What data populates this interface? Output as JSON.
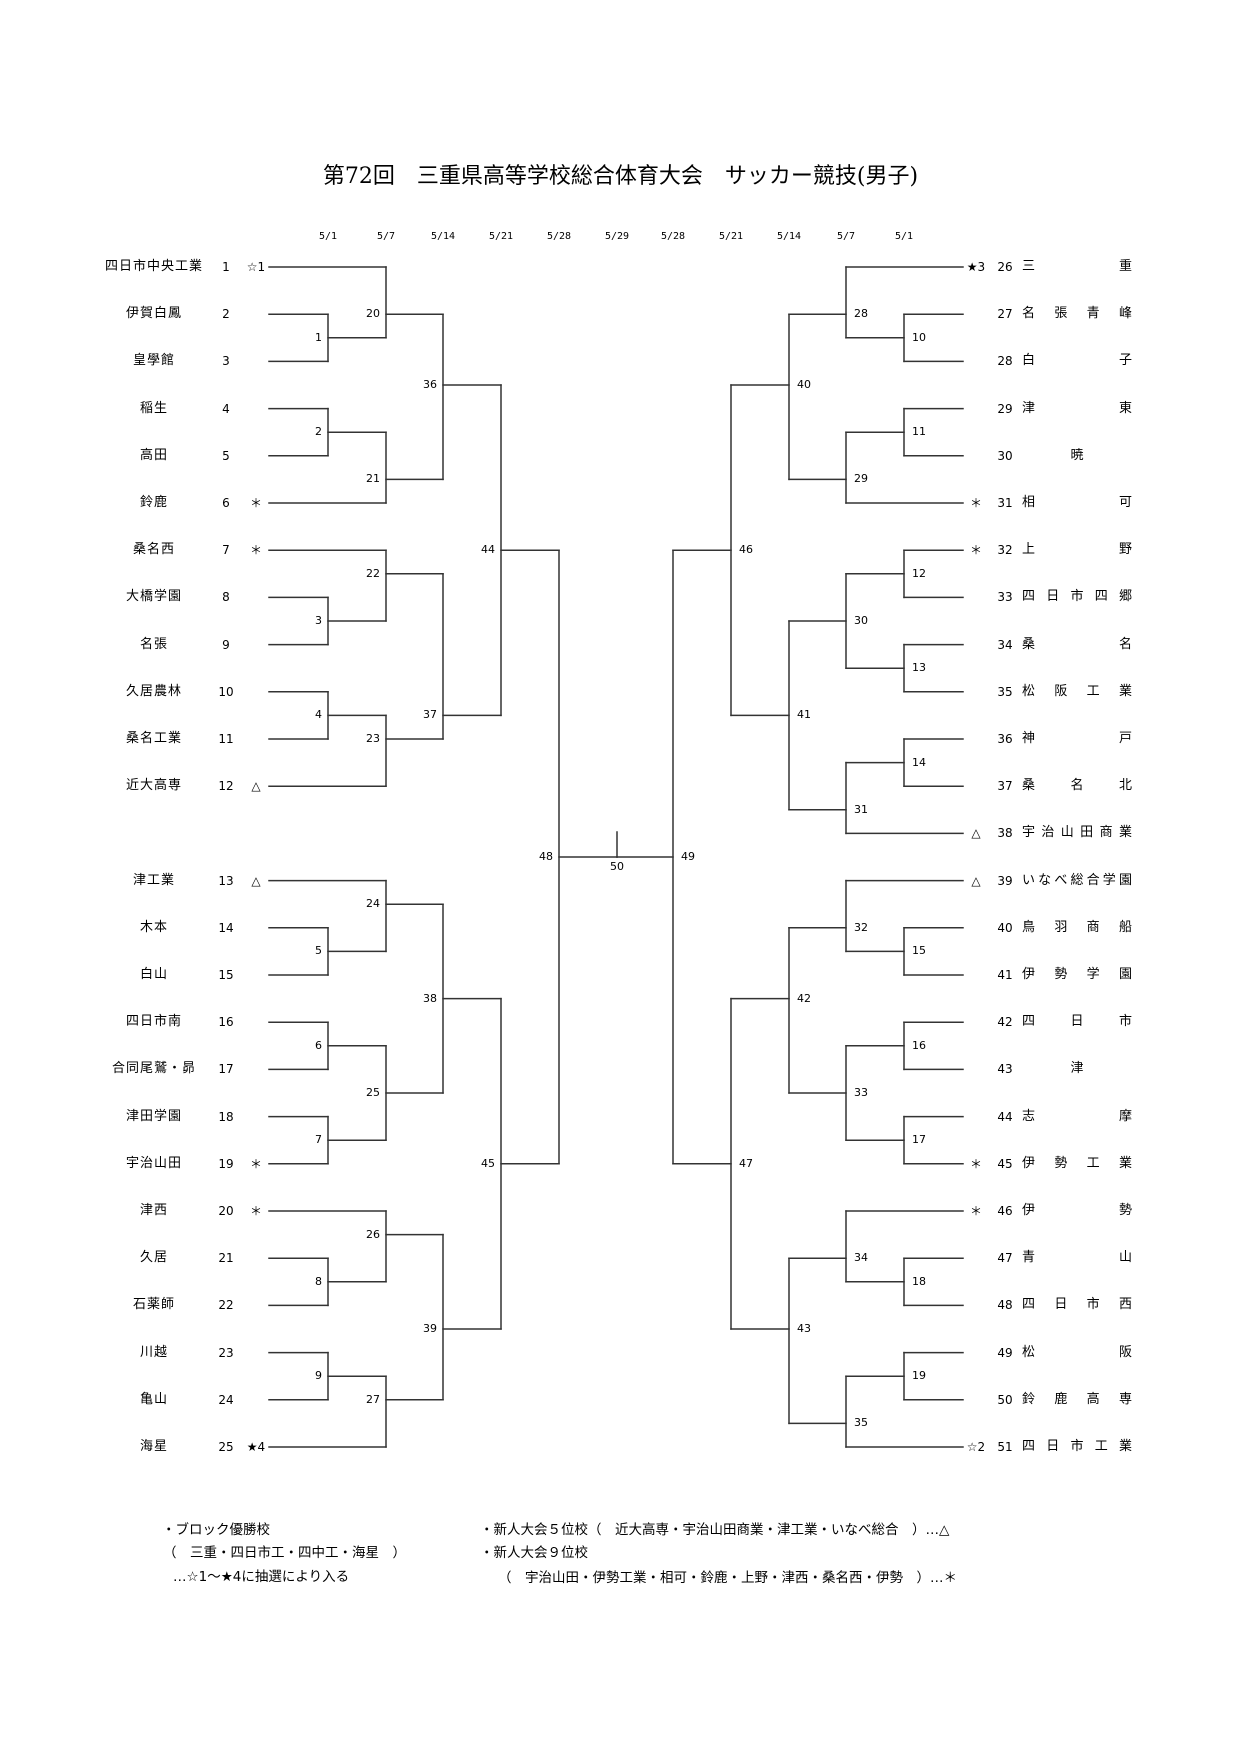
{
  "title": "第72回　三重県高等学校総合体育大会　サッカー競技(男子)",
  "dates": [
    "5/1",
    "5/7",
    "5/14",
    "5/21",
    "5/28",
    "5/29",
    "5/28",
    "5/21",
    "5/14",
    "5/7",
    "5/1"
  ],
  "left_teams": [
    {
      "no": "1",
      "name": "四日市中央工業",
      "mark": "☆1"
    },
    {
      "no": "2",
      "name": "伊賀白鳳",
      "mark": ""
    },
    {
      "no": "3",
      "name": "皇學館",
      "mark": ""
    },
    {
      "no": "4",
      "name": "稲生",
      "mark": ""
    },
    {
      "no": "5",
      "name": "高田",
      "mark": ""
    },
    {
      "no": "6",
      "name": "鈴鹿",
      "mark": "＊"
    },
    {
      "no": "7",
      "name": "桑名西",
      "mark": "＊"
    },
    {
      "no": "8",
      "name": "大橋学園",
      "mark": ""
    },
    {
      "no": "9",
      "name": "名張",
      "mark": ""
    },
    {
      "no": "10",
      "name": "久居農林",
      "mark": ""
    },
    {
      "no": "11",
      "name": "桑名工業",
      "mark": ""
    },
    {
      "no": "12",
      "name": "近大高専",
      "mark": "△"
    },
    {
      "no": "13",
      "name": "津工業",
      "mark": "△"
    },
    {
      "no": "14",
      "name": "木本",
      "mark": ""
    },
    {
      "no": "15",
      "name": "白山",
      "mark": ""
    },
    {
      "no": "16",
      "name": "四日市南",
      "mark": ""
    },
    {
      "no": "17",
      "name": "合同尾鷲・昴",
      "mark": ""
    },
    {
      "no": "18",
      "name": "津田学園",
      "mark": ""
    },
    {
      "no": "19",
      "name": "宇治山田",
      "mark": "＊"
    },
    {
      "no": "20",
      "name": "津西",
      "mark": "＊"
    },
    {
      "no": "21",
      "name": "久居",
      "mark": ""
    },
    {
      "no": "22",
      "name": "石薬師",
      "mark": ""
    },
    {
      "no": "23",
      "name": "川越",
      "mark": ""
    },
    {
      "no": "24",
      "name": "亀山",
      "mark": ""
    },
    {
      "no": "25",
      "name": "海星",
      "mark": "★4"
    }
  ],
  "right_teams": [
    {
      "no": "26",
      "name": "三重",
      "mark": "★3"
    },
    {
      "no": "27",
      "name": "名張青峰",
      "mark": ""
    },
    {
      "no": "28",
      "name": "白子",
      "mark": ""
    },
    {
      "no": "29",
      "name": "津東",
      "mark": ""
    },
    {
      "no": "30",
      "name": "暁",
      "mark": ""
    },
    {
      "no": "31",
      "name": "相可",
      "mark": "＊"
    },
    {
      "no": "32",
      "name": "上野",
      "mark": "＊"
    },
    {
      "no": "33",
      "name": "四日市四郷",
      "mark": ""
    },
    {
      "no": "34",
      "name": "桑名",
      "mark": ""
    },
    {
      "no": "35",
      "name": "松阪工業",
      "mark": ""
    },
    {
      "no": "36",
      "name": "神戸",
      "mark": ""
    },
    {
      "no": "37",
      "name": "桑名北",
      "mark": ""
    },
    {
      "no": "38",
      "name": "宇治山田商業",
      "mark": "△"
    },
    {
      "no": "39",
      "name": "いなべ総合学園",
      "mark": "△"
    },
    {
      "no": "40",
      "name": "鳥羽商船",
      "mark": ""
    },
    {
      "no": "41",
      "name": "伊勢学園",
      "mark": ""
    },
    {
      "no": "42",
      "name": "四日市",
      "mark": ""
    },
    {
      "no": "43",
      "name": "津",
      "mark": ""
    },
    {
      "no": "44",
      "name": "志摩",
      "mark": ""
    },
    {
      "no": "45",
      "name": "伊勢工業",
      "mark": "＊"
    },
    {
      "no": "46",
      "name": "伊勢",
      "mark": "＊"
    },
    {
      "no": "47",
      "name": "青山",
      "mark": ""
    },
    {
      "no": "48",
      "name": "四日市西",
      "mark": ""
    },
    {
      "no": "49",
      "name": "松阪",
      "mark": ""
    },
    {
      "no": "50",
      "name": "鈴鹿高専",
      "mark": ""
    },
    {
      "no": "51",
      "name": "四日市工業",
      "mark": "☆2"
    }
  ],
  "matches": [
    {
      "no": "1",
      "from": [
        "T2",
        "T3"
      ]
    },
    {
      "no": "2",
      "from": [
        "T4",
        "T5"
      ]
    },
    {
      "no": "3",
      "from": [
        "T8",
        "T9"
      ]
    },
    {
      "no": "4",
      "from": [
        "T10",
        "T11"
      ]
    },
    {
      "no": "5",
      "from": [
        "T14",
        "T15"
      ]
    },
    {
      "no": "6",
      "from": [
        "T16",
        "T17"
      ]
    },
    {
      "no": "7",
      "from": [
        "T18",
        "T19"
      ]
    },
    {
      "no": "8",
      "from": [
        "T21",
        "T22"
      ]
    },
    {
      "no": "9",
      "from": [
        "T23",
        "T24"
      ]
    },
    {
      "no": "10",
      "from": [
        "T27",
        "T28"
      ]
    },
    {
      "no": "11",
      "from": [
        "T29",
        "T30"
      ]
    },
    {
      "no": "12",
      "from": [
        "T32",
        "T33"
      ]
    },
    {
      "no": "13",
      "from": [
        "T34",
        "T35"
      ]
    },
    {
      "no": "14",
      "from": [
        "T36",
        "T37"
      ]
    },
    {
      "no": "15",
      "from": [
        "T40",
        "T41"
      ]
    },
    {
      "no": "16",
      "from": [
        "T42",
        "T43"
      ]
    },
    {
      "no": "17",
      "from": [
        "T44",
        "T45"
      ]
    },
    {
      "no": "18",
      "from": [
        "T47",
        "T48"
      ]
    },
    {
      "no": "19",
      "from": [
        "T49",
        "T50"
      ]
    },
    {
      "no": "20",
      "from": [
        "T1",
        "M1"
      ]
    },
    {
      "no": "21",
      "from": [
        "M2",
        "T6"
      ]
    },
    {
      "no": "22",
      "from": [
        "T7",
        "M3"
      ]
    },
    {
      "no": "23",
      "from": [
        "M4",
        "T12"
      ]
    },
    {
      "no": "24",
      "from": [
        "T13",
        "M5"
      ]
    },
    {
      "no": "25",
      "from": [
        "M6",
        "M7"
      ]
    },
    {
      "no": "26",
      "from": [
        "T20",
        "M8"
      ]
    },
    {
      "no": "27",
      "from": [
        "M9",
        "T25"
      ]
    },
    {
      "no": "28",
      "from": [
        "T26",
        "M10"
      ]
    },
    {
      "no": "29",
      "from": [
        "M11",
        "T31"
      ]
    },
    {
      "no": "30",
      "from": [
        "M12",
        "M13"
      ]
    },
    {
      "no": "31",
      "from": [
        "M14",
        "T38"
      ]
    },
    {
      "no": "32",
      "from": [
        "T39",
        "M15"
      ]
    },
    {
      "no": "33",
      "from": [
        "M16",
        "M17"
      ]
    },
    {
      "no": "34",
      "from": [
        "T46",
        "M18"
      ]
    },
    {
      "no": "35",
      "from": [
        "M19",
        "T51"
      ]
    },
    {
      "no": "36",
      "from": [
        "M20",
        "M21"
      ]
    },
    {
      "no": "37",
      "from": [
        "M22",
        "M23"
      ]
    },
    {
      "no": "38",
      "from": [
        "M24",
        "M25"
      ]
    },
    {
      "no": "39",
      "from": [
        "M26",
        "M27"
      ]
    },
    {
      "no": "40",
      "from": [
        "M28",
        "M29"
      ]
    },
    {
      "no": "41",
      "from": [
        "M30",
        "M31"
      ]
    },
    {
      "no": "42",
      "from": [
        "M32",
        "M33"
      ]
    },
    {
      "no": "43",
      "from": [
        "M34",
        "M35"
      ]
    },
    {
      "no": "44",
      "from": [
        "M36",
        "M37"
      ]
    },
    {
      "no": "45",
      "from": [
        "M38",
        "M39"
      ]
    },
    {
      "no": "46",
      "from": [
        "M40",
        "M41"
      ]
    },
    {
      "no": "47",
      "from": [
        "M42",
        "M43"
      ]
    },
    {
      "no": "48",
      "from": [
        "M44",
        "M45"
      ]
    },
    {
      "no": "49",
      "from": [
        "M46",
        "M47"
      ]
    },
    {
      "no": "50",
      "from": [
        "M48",
        "M49"
      ]
    }
  ],
  "notes": {
    "left": [
      "・ブロック優勝校",
      "（　三重・四日市工・四中工・海星　）",
      "…☆1～★4に抽選により入る"
    ],
    "right": [
      "・新人大会５位校（　近大高専・宇治山田商業・津工業・いなべ総合　）…△",
      "・新人大会９位校",
      "（　宇治山田・伊勢工業・相可・鈴鹿・上野・津西・桑名西・伊勢　）…＊"
    ]
  },
  "colors": {
    "line": "#333333",
    "text": "#000000"
  }
}
